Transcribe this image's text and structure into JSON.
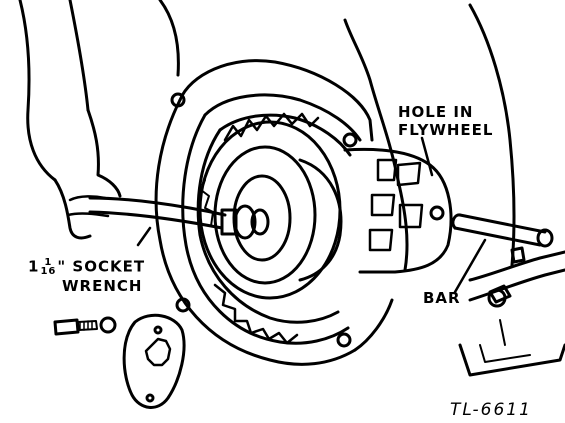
{
  "labels": {
    "hole_line1": "HOLE IN",
    "hole_line2": "FLYWHEEL",
    "wrench_whole": "1",
    "wrench_num": "1",
    "wrench_den": "16",
    "wrench_line1_rest": "\" SOCKET",
    "wrench_line2": "WRENCH",
    "bar": "BAR",
    "figure_id": "TL-6611"
  }
}
